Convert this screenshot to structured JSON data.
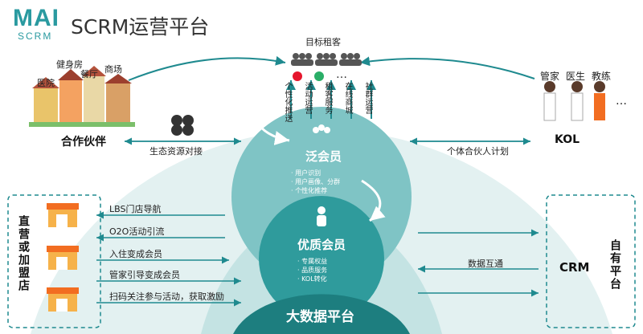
{
  "brand": {
    "logo_mark": "MAI",
    "logo_sub": "SCRM",
    "title": "SCRM运营平台"
  },
  "top": {
    "target_label": "目标租客",
    "channels": [
      "个性化推送",
      "活动运营",
      "租客服务",
      "在线商城",
      "社群运营"
    ]
  },
  "left": {
    "partner": "合作伙伴",
    "eco_link": "生态资源对接",
    "buildings": [
      "健身房",
      "餐厅",
      "商场",
      "医院"
    ]
  },
  "right": {
    "kol": "KOL",
    "kol_roles": [
      "管家",
      "医生",
      "教练"
    ],
    "more": "…",
    "plan": "个体合伙人计划"
  },
  "center": {
    "broad_title": "泛会员",
    "broad_items": [
      "· 用户识别",
      "· 用户画像、分群",
      "· 个性化推荐"
    ],
    "quality_title": "优质会员",
    "quality_items": [
      "· 专属权益",
      "· 品质服务",
      "· KOL转化"
    ],
    "bigdata": "大数据平台"
  },
  "stores": {
    "label": "直营或加盟店",
    "arrows": [
      "LBS门店导航",
      "O2O活动引流",
      "入住变成会员",
      "管家引导变成会员",
      "扫码关注参与活动，获取激励"
    ]
  },
  "crm": {
    "label": "CRM",
    "side_label": "自有平台",
    "link": "数据互通"
  },
  "colors": {
    "teal_dark": "#1f8a8f",
    "teal_mid": "#7cc4c6",
    "teal_light": "#d6eded"
  }
}
